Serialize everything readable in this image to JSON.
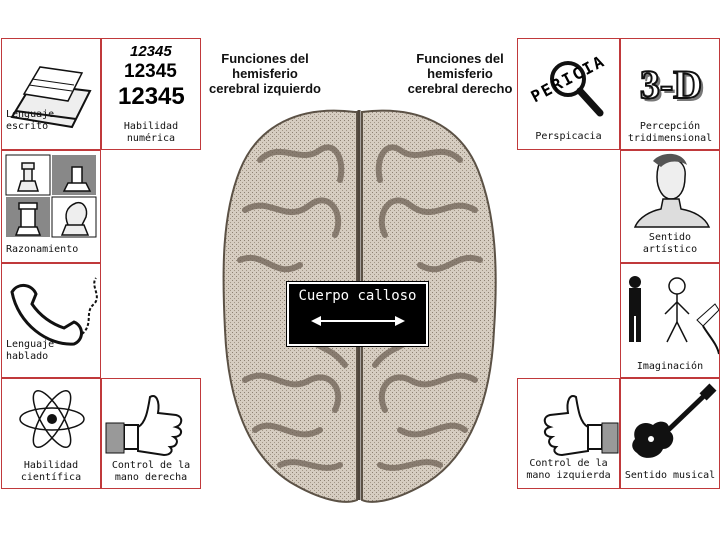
{
  "headings": {
    "left": "Funciones del\nhemisferio\ncerebral izquierdo",
    "right": "Funciones del\nhemisferio\ncerebral derecho"
  },
  "tiles": {
    "lenguaje_escrito": "Lenguaje escrito",
    "habilidad_numerica": "Habilidad\nnumérica",
    "razonamiento": "Razonamiento",
    "lenguaje_hablado": "Lenguaje hablado",
    "habilidad_cientifica": "Habilidad\ncientífica",
    "control_derecha": "Control de la\nmano derecha",
    "perspicacia": "Perspicacia",
    "percepcion": "Percepción\ntridimensional",
    "sentido_artistico": "Sentido\nartístico",
    "imaginacion": "Imaginación",
    "control_izquierda": "Control de la\nmano izquierda",
    "sentido_musical": "Sentido musical"
  },
  "numbers": [
    "12345",
    "12345",
    "12345"
  ],
  "pericia_text": "PERICIA",
  "three_d_text": "3-D",
  "callosum_label": "Cuerpo calloso",
  "colors": {
    "tile_border": "#c0393b",
    "brain_fill": "#c9beb2",
    "brain_gyri": "#6e6255"
  }
}
